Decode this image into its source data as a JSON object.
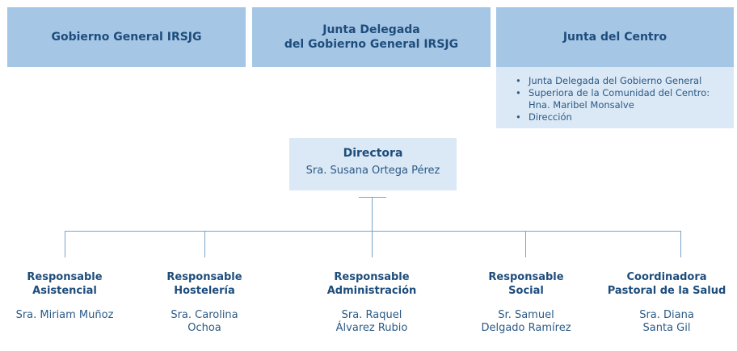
{
  "governance": [
    {
      "title": "Gobierno General IRSJG"
    },
    {
      "title": "Junta Delegada\ndel Gobierno General IRSJG"
    },
    {
      "title": "Junta del Centro"
    }
  ],
  "junta_centro_members": [
    "Junta Delegada del Gobierno General",
    "Superiora de la Comunidad del Centro:\nHna. Maribel Monsalve",
    "Dirección"
  ],
  "director": {
    "title": "Directora",
    "name": "Sra. Susana Ortega Pérez"
  },
  "departments": [
    {
      "role": "Responsable\nAsistencial",
      "person": "Sra. Miriam Muñoz"
    },
    {
      "role": "Responsable\nHostelería",
      "person": "Sra. Carolina\nOchoa"
    },
    {
      "role": "Responsable\nAdministración",
      "person": "Sra. Raquel\nÁlvarez Rubio"
    },
    {
      "role": "Responsable\nSocial",
      "person": "Sr. Samuel\nDelgado Ramírez"
    },
    {
      "role": "Coordinadora\nPastoral de la Salud",
      "person": "Sra. Diana\nSanta Gil"
    }
  ]
}
